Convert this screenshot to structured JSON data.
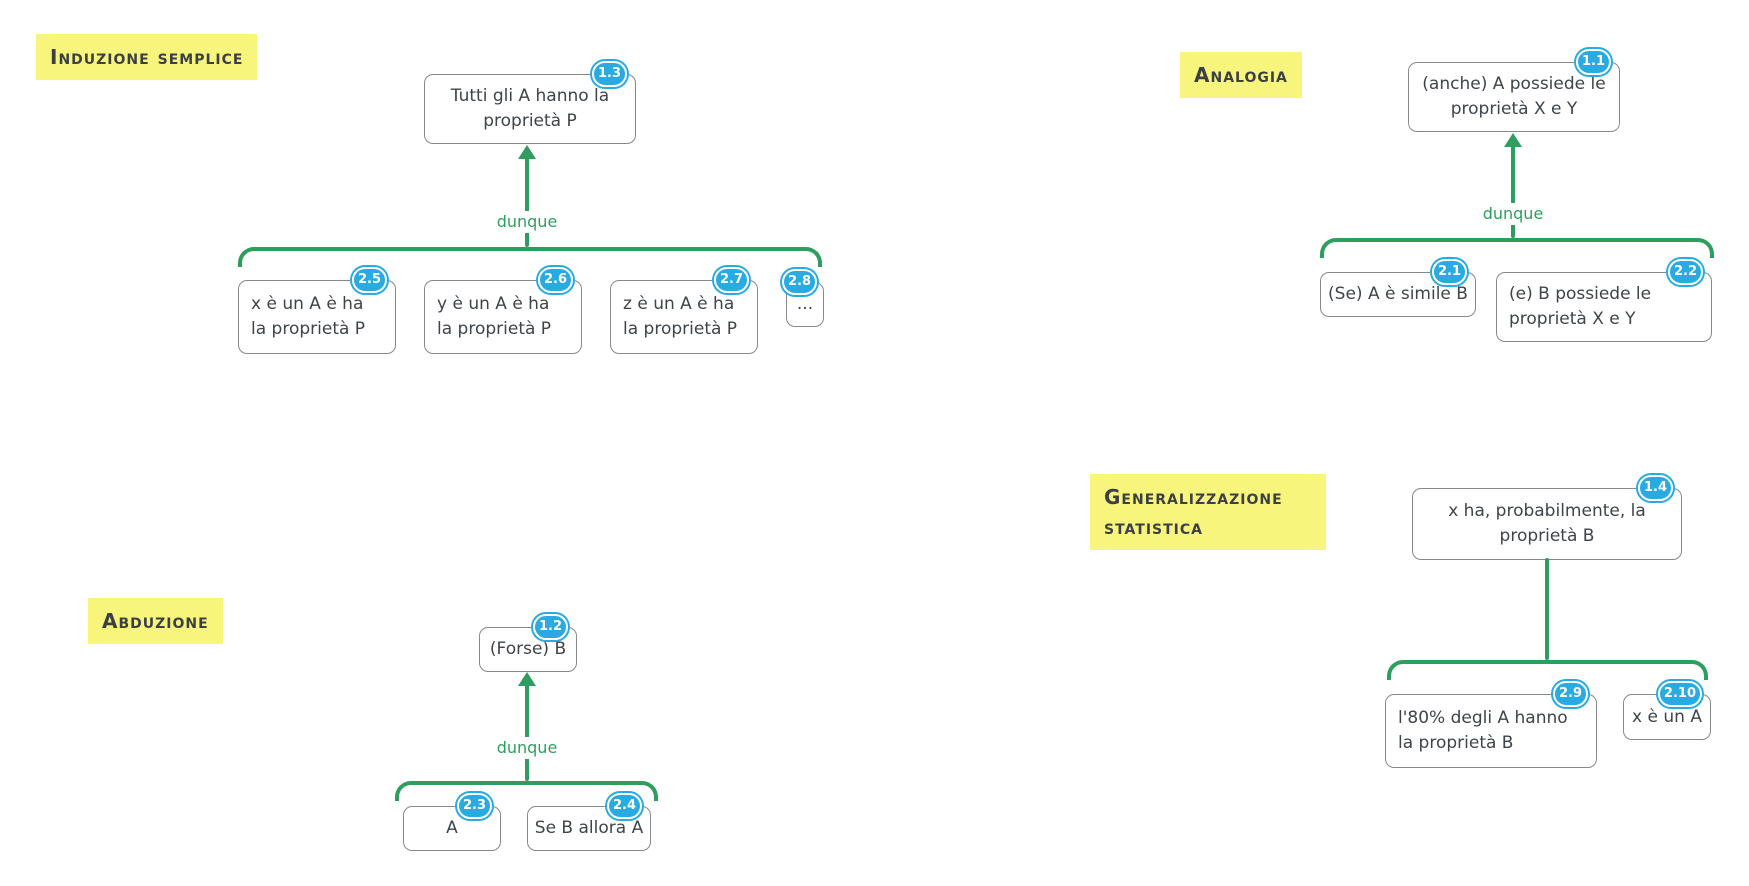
{
  "colors": {
    "connector_green": "#2e9e5e",
    "badge_blue": "#29abe2",
    "label_yellow": "#f8f57c",
    "node_border": "#86898c",
    "node_text": "#3f4449"
  },
  "sections": [
    {
      "label": "Induzione semplice",
      "connector_label": "dunque",
      "conclusion": {
        "badge": "1.3",
        "text": "Tutti gli A hanno la proprietà P"
      },
      "premises": [
        {
          "badge": "2.5",
          "text": "x è un A è ha la proprietà P"
        },
        {
          "badge": "2.6",
          "text": "y è un A è ha la proprietà P"
        },
        {
          "badge": "2.7",
          "text": "z è un A è ha la proprietà P"
        },
        {
          "badge": "2.8",
          "text": "..."
        }
      ]
    },
    {
      "label": "Analogia",
      "connector_label": "dunque",
      "conclusion": {
        "badge": "1.1",
        "text": "(anche) A possiede le proprietà X e Y"
      },
      "premises": [
        {
          "badge": "2.1",
          "text": "(Se) A è simile B"
        },
        {
          "badge": "2.2",
          "text": "(e) B possiede le proprietà X e Y"
        }
      ]
    },
    {
      "label": "Abduzione",
      "connector_label": "dunque",
      "conclusion": {
        "badge": "1.2",
        "text": "(Forse) B"
      },
      "premises": [
        {
          "badge": "2.3",
          "text": "A"
        },
        {
          "badge": "2.4",
          "text": "Se B allora A"
        }
      ]
    },
    {
      "label": "Generalizzazione statistica",
      "connector_label": "",
      "conclusion": {
        "badge": "1.4",
        "text": "x ha, probabilmente, la proprietà B"
      },
      "premises": [
        {
          "badge": "2.9",
          "text": "l'80% degli A hanno la proprietà B"
        },
        {
          "badge": "2.10",
          "text": "x è un A"
        }
      ]
    }
  ]
}
